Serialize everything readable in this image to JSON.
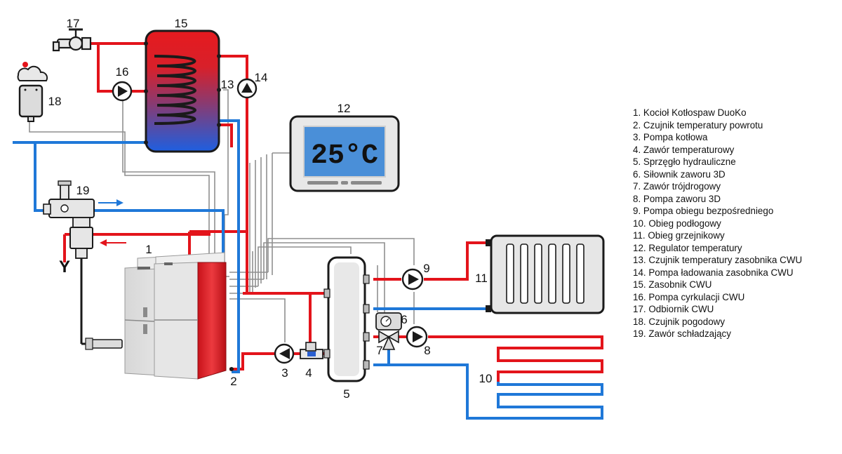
{
  "labels": {
    "n1": "1",
    "n2": "2",
    "n3": "3",
    "n4": "4",
    "n5": "5",
    "n6": "6",
    "n7": "7",
    "n8": "8",
    "n9": "9",
    "n10": "10",
    "n11": "11",
    "n12": "12",
    "n13": "13",
    "n14": "14",
    "n15": "15",
    "n16": "16",
    "n17": "17",
    "n18": "18",
    "n19": "19",
    "y": "Y"
  },
  "controller": {
    "display": "25°C"
  },
  "legend": [
    "1. Kocioł Kotłospaw DuoKo",
    "2. Czujnik temperatury powrotu",
    "3. Pompa kotłowa",
    "4. Zawór temperaturowy",
    "5. Sprzęgło hydrauliczne",
    "6. Siłownik zaworu 3D",
    "7. Zawór trójdrogowy",
    "8. Pompa zaworu 3D",
    "9. Pompa obiegu bezpośredniego",
    "10. Obieg podłogowy",
    "11. Obieg grzejnikowy",
    "12. Regulator temperatury",
    "13. Czujnik temperatury zasobnika CWU",
    "14. Pompa ładowania zasobnika CWU",
    "15. Zasobnik CWU",
    "16. Pompa cyrkulacji CWU",
    "17. Odbiornik CWU",
    "18. Czujnik pogodowy",
    "19. Zawór schładzający"
  ],
  "colors": {
    "hot": "#e3141b",
    "cold": "#1f78d8",
    "signal": "#8f8f8f",
    "outline": "#1a1a1a"
  }
}
